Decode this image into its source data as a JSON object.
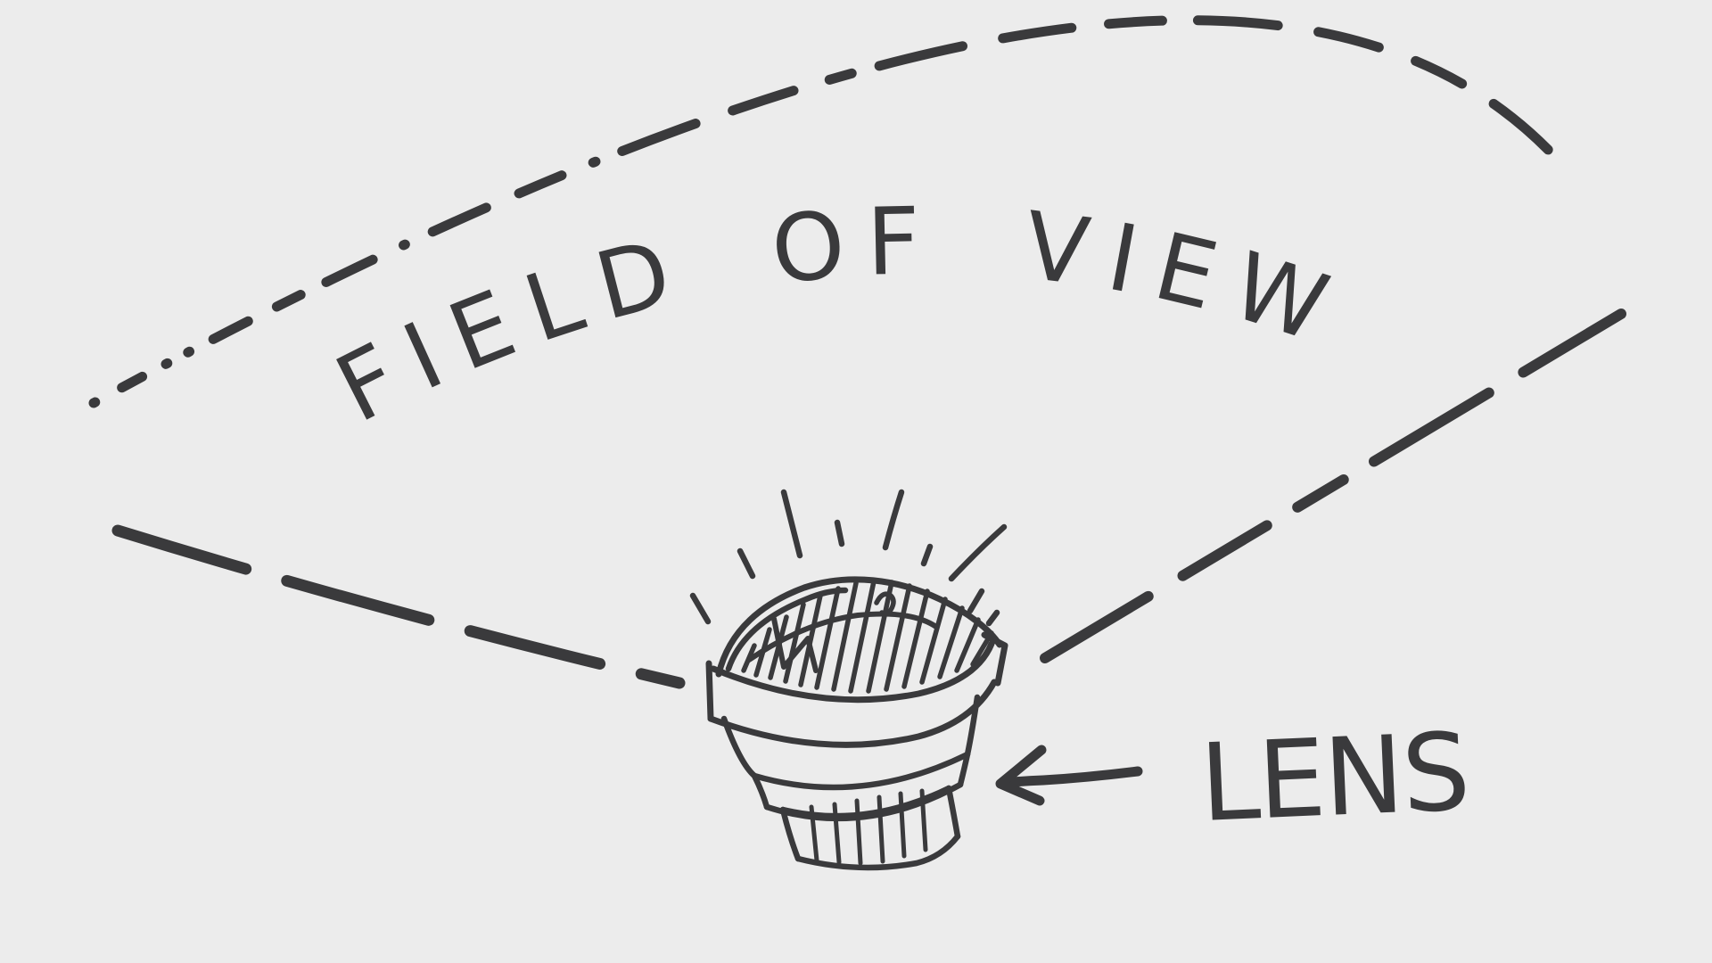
{
  "page": {
    "background_color": "#ECECEC",
    "ink_color": "#3A3A3C",
    "style": "hand-drawn whiteboard sketch"
  },
  "diagram": {
    "field_of_view_label": "FIELD OF VIEW",
    "lens_label": "LENS",
    "elements": [
      "fov-dashed-arc",
      "fov-left-boundary-line",
      "fov-right-boundary-line",
      "lens-sketch",
      "lens-shine-rays",
      "lens-pointer-arrow"
    ]
  }
}
